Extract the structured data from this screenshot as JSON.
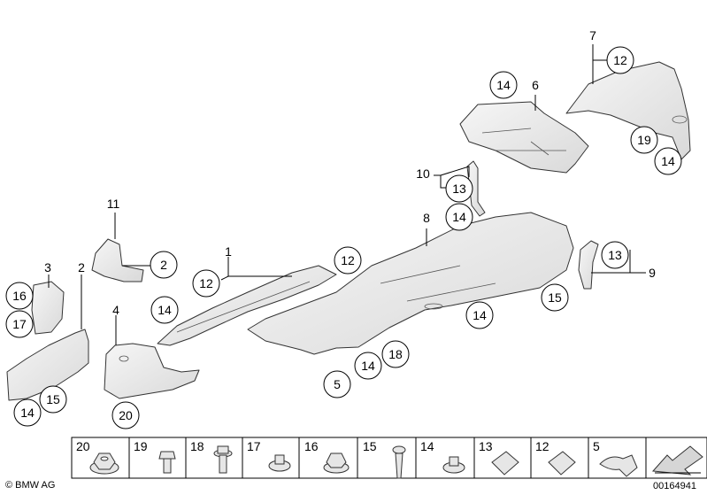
{
  "callouts": [
    {
      "id": "c7",
      "label": "7"
    },
    {
      "id": "c12a",
      "label": "12"
    },
    {
      "id": "c14a",
      "label": "14"
    },
    {
      "id": "c6",
      "label": "6"
    },
    {
      "id": "c19",
      "label": "19"
    },
    {
      "id": "c14b",
      "label": "14"
    },
    {
      "id": "c10",
      "label": "10"
    },
    {
      "id": "c13a",
      "label": "13"
    },
    {
      "id": "c14c",
      "label": "14"
    },
    {
      "id": "c8",
      "label": "8"
    },
    {
      "id": "c11",
      "label": "11"
    },
    {
      "id": "c1",
      "label": "1"
    },
    {
      "id": "c12b",
      "label": "12"
    },
    {
      "id": "c12c",
      "label": "12"
    },
    {
      "id": "c2a",
      "label": "2"
    },
    {
      "id": "c3",
      "label": "3"
    },
    {
      "id": "c2b",
      "label": "2"
    },
    {
      "id": "c16",
      "label": "16"
    },
    {
      "id": "c17",
      "label": "17"
    },
    {
      "id": "c4",
      "label": "4"
    },
    {
      "id": "c14d",
      "label": "14"
    },
    {
      "id": "c13b",
      "label": "13"
    },
    {
      "id": "c9",
      "label": "9"
    },
    {
      "id": "c15a",
      "label": "15"
    },
    {
      "id": "c14e",
      "label": "14"
    },
    {
      "id": "c18",
      "label": "18"
    },
    {
      "id": "c14f",
      "label": "14"
    },
    {
      "id": "c5",
      "label": "5"
    },
    {
      "id": "c14g",
      "label": "14"
    },
    {
      "id": "c15b",
      "label": "15"
    },
    {
      "id": "c20",
      "label": "20"
    }
  ],
  "legend": [
    "20",
    "19",
    "18",
    "17",
    "16",
    "15",
    "14",
    "13",
    "12",
    "5"
  ],
  "footer": {
    "brand": "© BMW AG",
    "diagram_number": "00164941"
  }
}
